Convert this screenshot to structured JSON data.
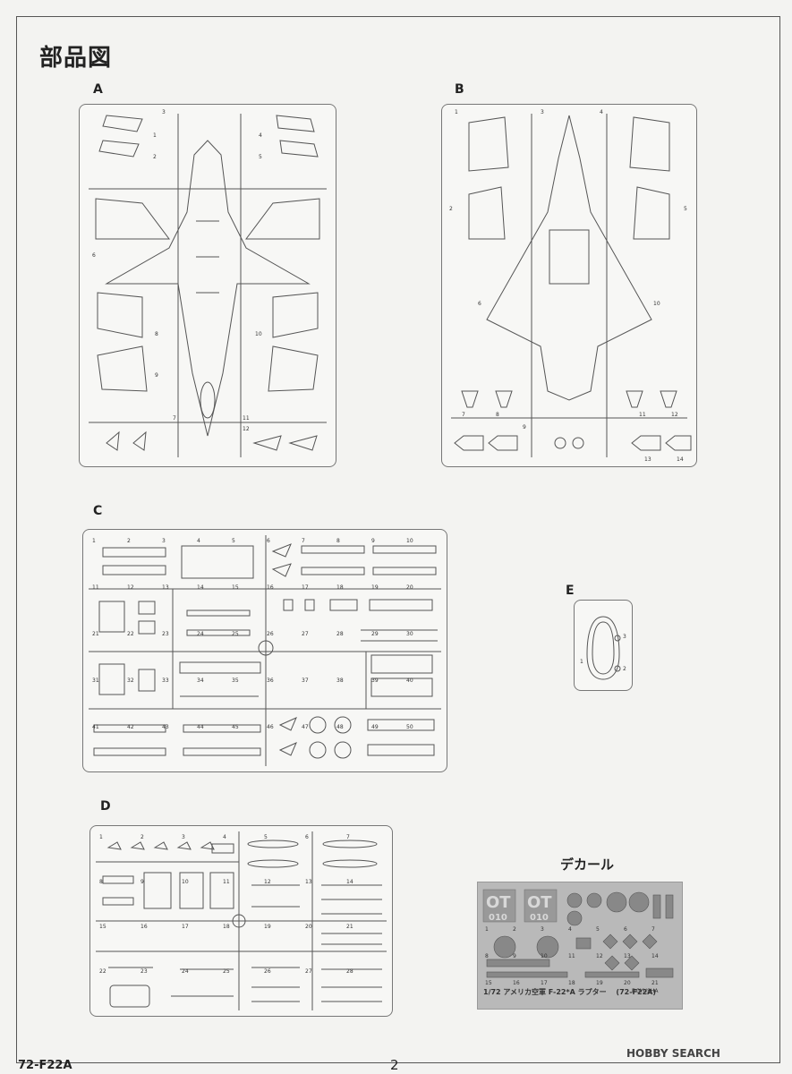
{
  "page": {
    "title": "部品図",
    "code": "72-F22A",
    "page_number": "2"
  },
  "sprues": {
    "a": {
      "label": "A",
      "numbers": [
        "1",
        "2",
        "3",
        "4",
        "5",
        "6",
        "7",
        "8",
        "9",
        "10",
        "11",
        "12"
      ]
    },
    "b": {
      "label": "B",
      "numbers": [
        "1",
        "2",
        "3",
        "4",
        "5",
        "6",
        "7",
        "8",
        "9",
        "10",
        "11",
        "12",
        "13",
        "14"
      ]
    },
    "c": {
      "label": "C",
      "numbers": [
        "1",
        "2",
        "3",
        "4",
        "5",
        "6",
        "7",
        "8",
        "9",
        "10",
        "11",
        "12",
        "13",
        "14",
        "15",
        "16",
        "17",
        "18",
        "19",
        "20",
        "21",
        "22",
        "23",
        "24",
        "25",
        "26",
        "27",
        "28",
        "29",
        "30",
        "31",
        "32",
        "33",
        "34",
        "35",
        "36",
        "37",
        "38",
        "39",
        "40",
        "41",
        "42",
        "43",
        "44",
        "45",
        "46",
        "47",
        "48",
        "49",
        "50"
      ]
    },
    "d": {
      "label": "D",
      "numbers": [
        "1",
        "2",
        "3",
        "4",
        "5",
        "6",
        "7",
        "8",
        "9",
        "10",
        "11",
        "12",
        "13",
        "14",
        "15",
        "16",
        "17",
        "18",
        "19",
        "20",
        "21",
        "22",
        "23",
        "24",
        "25",
        "26",
        "27",
        "28"
      ]
    },
    "e": {
      "label": "E",
      "numbers": [
        "1",
        "2",
        "3"
      ]
    }
  },
  "decal": {
    "title": "デカール",
    "caption": "1/72 アメリカ空軍 F-22*A ラプター",
    "code": "(72-F22A)",
    "brand": "DOYUSHA",
    "tail_code": "OT",
    "serial": "010",
    "numbers": [
      "1",
      "2",
      "3",
      "4",
      "5",
      "6",
      "7",
      "8",
      "9",
      "10",
      "11",
      "12",
      "13",
      "14",
      "15",
      "16",
      "17",
      "18",
      "19",
      "20",
      "21"
    ]
  },
  "watermark": "HOBBY SEARCH"
}
